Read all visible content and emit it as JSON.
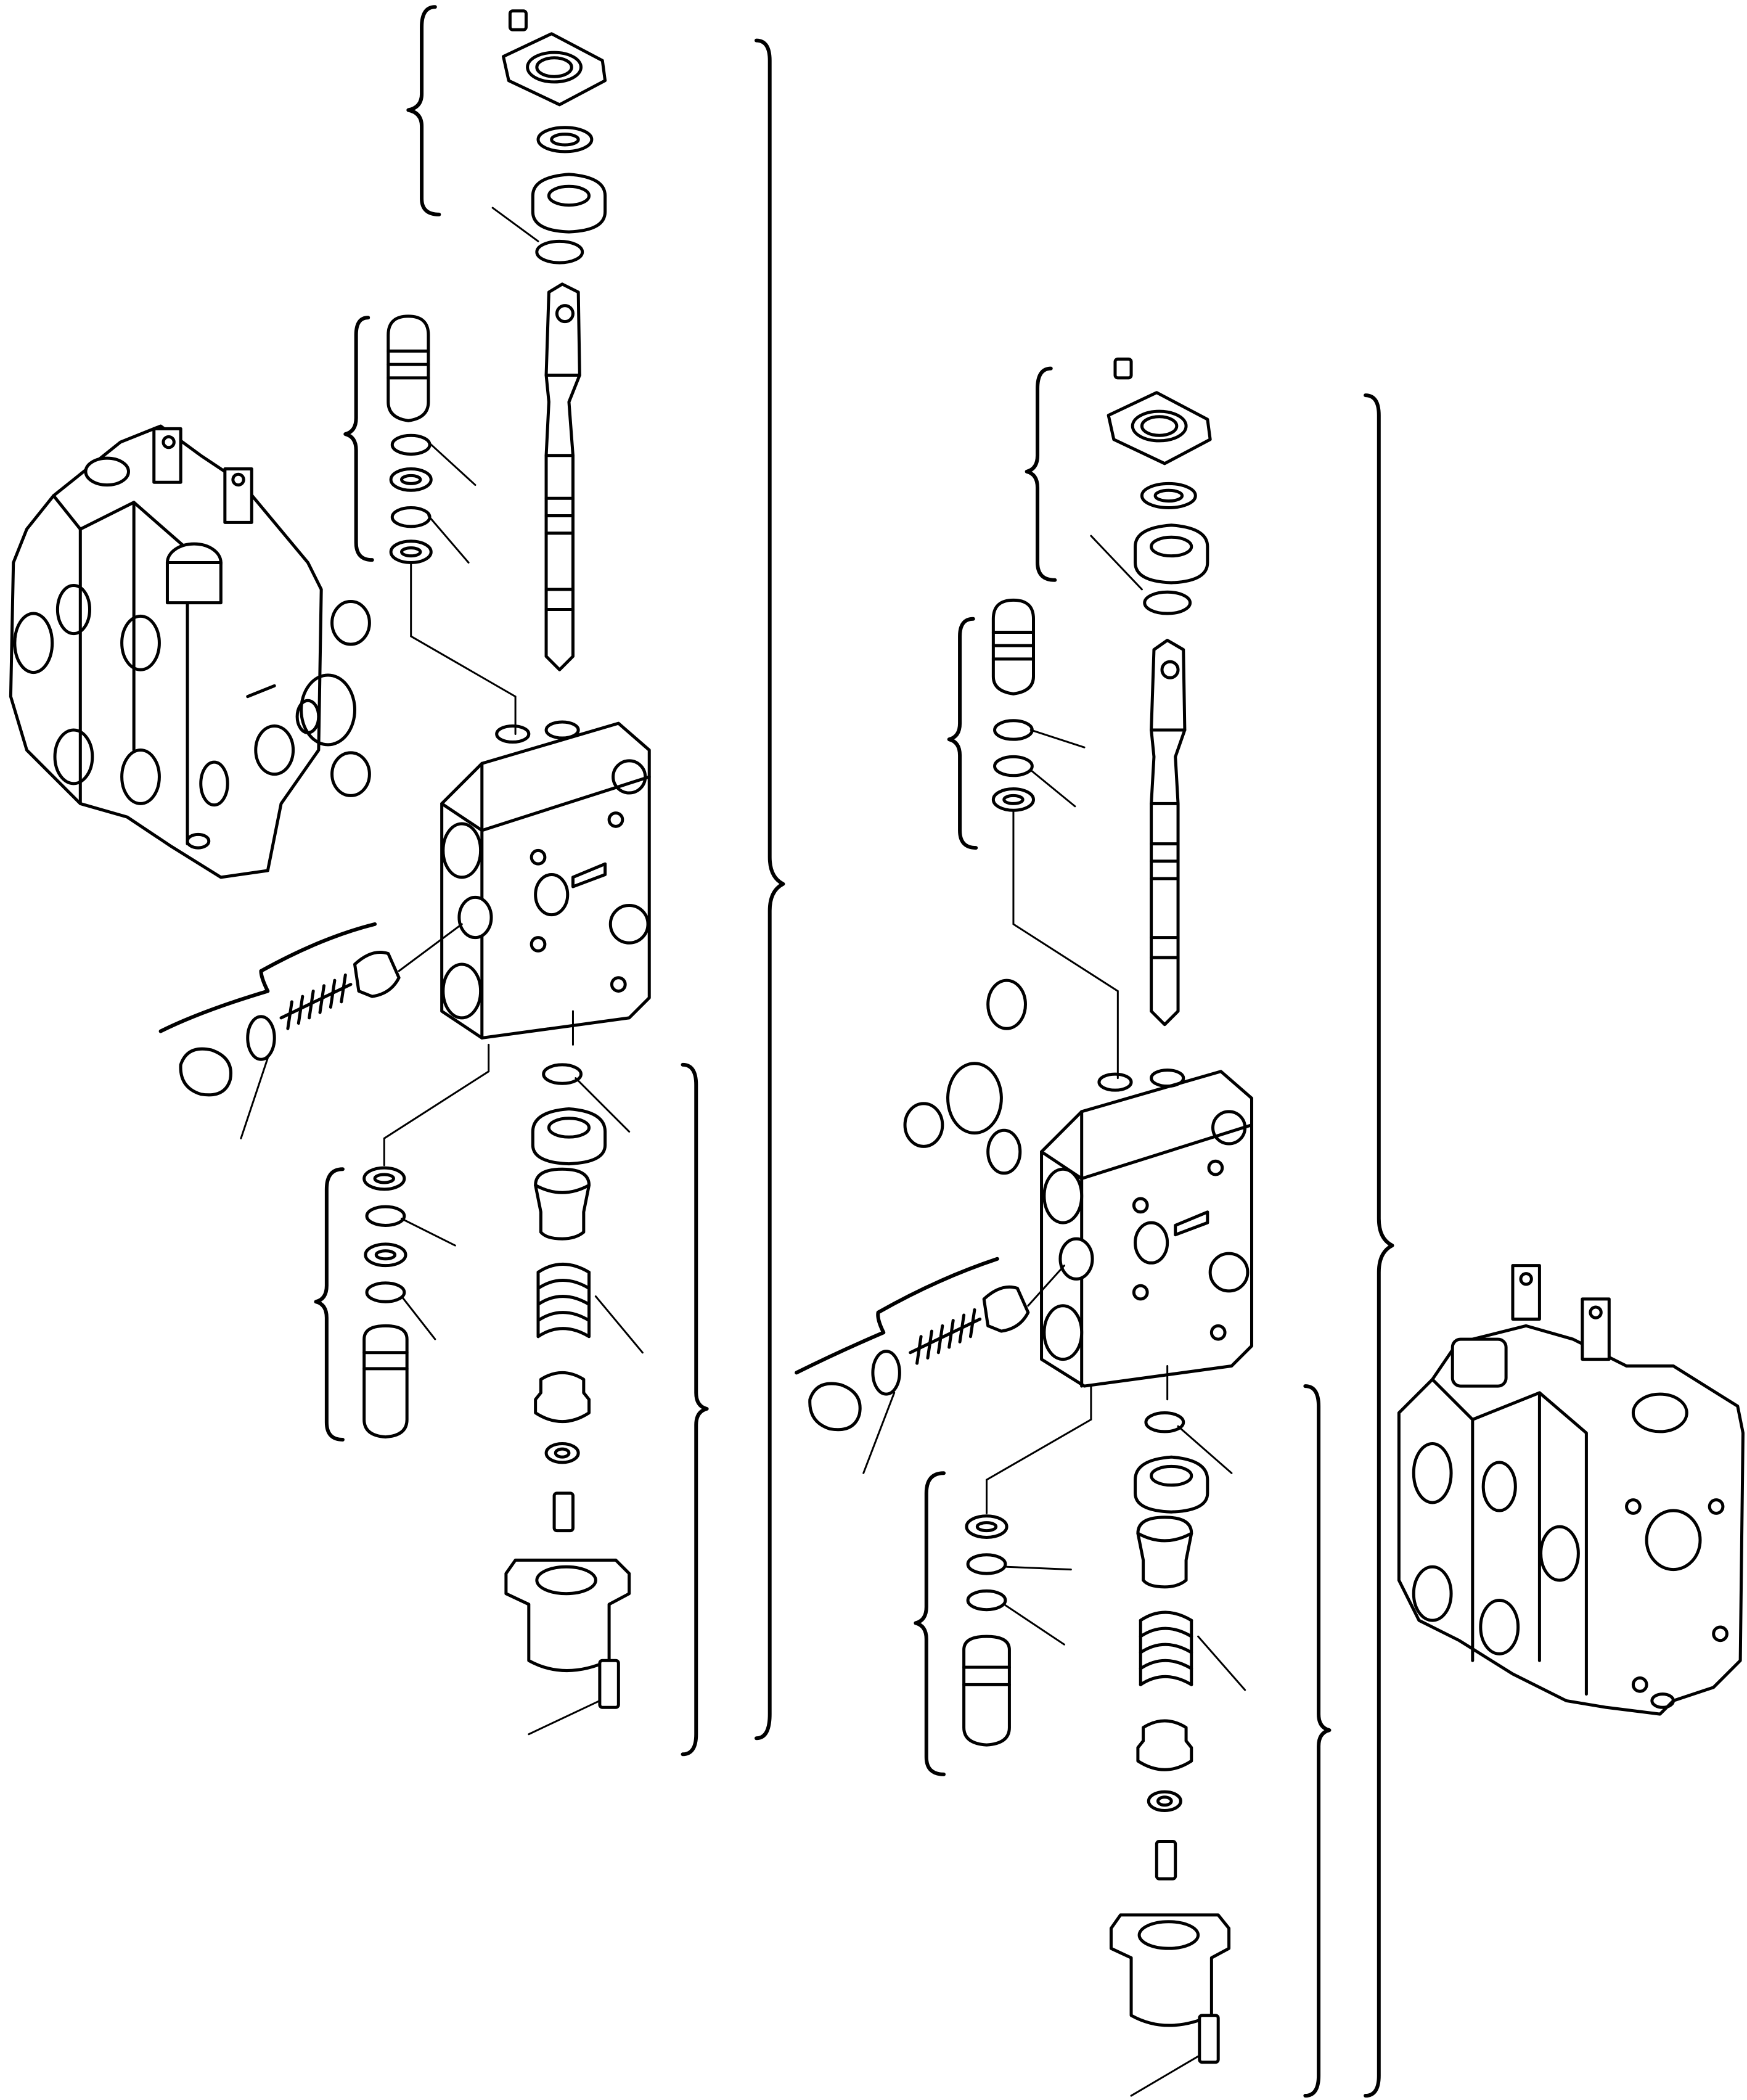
{
  "figure": {
    "labels": [],
    "assemblies": [
      {
        "id": "upper-left-spool-section"
      },
      {
        "id": "lower-right-spool-section"
      }
    ],
    "context_views": [
      {
        "id": "control-valve-left-view"
      },
      {
        "id": "control-valve-right-view"
      }
    ]
  }
}
